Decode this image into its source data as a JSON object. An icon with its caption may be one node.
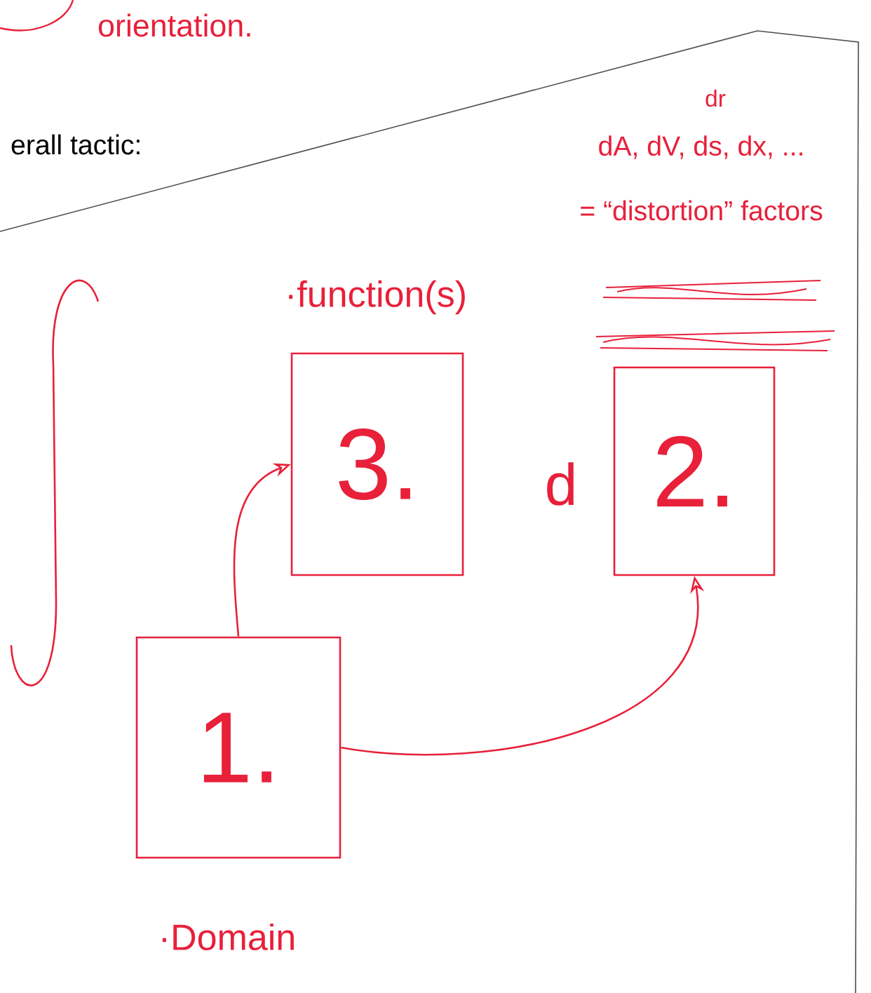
{
  "diagram": {
    "nodes": [
      {
        "text": [
          "3."
        ],
        "beside": [
          "·function(s)"
        ]
      },
      {
        "text": [
          "2."
        ]
      },
      {
        "text": [
          "1."
        ],
        "beside": [
          "·Domain"
        ]
      }
    ],
    "edges": [
      {
        "from": 2,
        "to": 0,
        "arrow": "to"
      },
      {
        "from": 2,
        "to": 1,
        "arrow": "to"
      }
    ],
    "labels": [
      "orientation.",
      "erall tactic:",
      "dr",
      "dA, dV, ds, dx, ...",
      "= “distortion” factors",
      "d"
    ]
  }
}
